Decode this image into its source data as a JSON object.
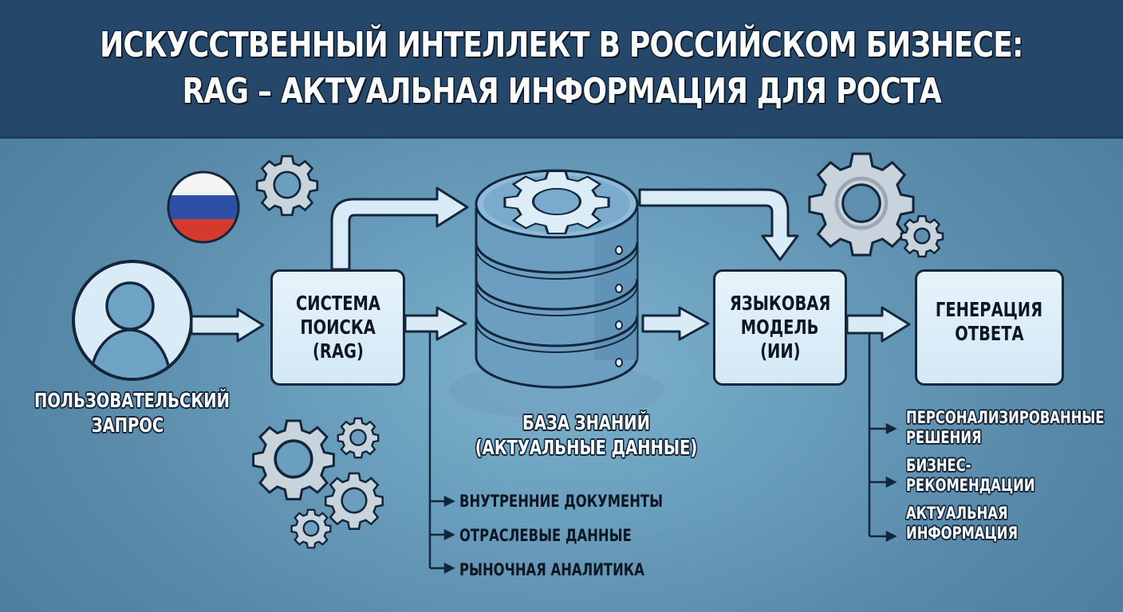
{
  "header": {
    "title_line1": "ИСКУССТВЕННЫЙ ИНТЕЛЛЕКТ В РОССИЙСКОМ БИЗНЕСЕ:",
    "title_line2": "RAG – АКТУАЛЬНАЯ ИНФОРМАЦИЯ ДЛЯ РОСТА"
  },
  "nodes": {
    "user": {
      "label_line1": "ПОЛЬЗОВАТЕЛЬСКИЙ",
      "label_line2": "ЗАПРОС",
      "icon": "user-icon"
    },
    "search": {
      "line1": "СИСТЕМА",
      "line2": "ПОИСКА",
      "line3": "(RAG)"
    },
    "knowledge_base": {
      "label_line1": "БАЗА ЗНАНИЙ",
      "label_line2": "(АКТУАЛЬНЫЕ ДАННЫЕ)",
      "icon": "database-icon",
      "sources": [
        "ВНУТРЕННИЕ ДОКУМЕНТЫ",
        "ОТРАСЛЕВЫЕ ДАННЫЕ",
        "РЫНОЧНАЯ АНАЛИТИКА"
      ]
    },
    "language_model": {
      "line1": "ЯЗЫКОВАЯ",
      "line2": "МОДЕЛЬ",
      "line3": "(ИИ)"
    },
    "generation": {
      "line1": "ГЕНЕРАЦИЯ",
      "line2": "ОТВЕТА"
    }
  },
  "outputs": [
    {
      "line1": "ПЕРСОНАЛИЗИРОВАННЫЕ",
      "line2": "РЕШЕНИЯ"
    },
    {
      "line1": "БИЗНЕС-",
      "line2": "РЕКОМЕНДАЦИИ"
    },
    {
      "line1": "АКТУАЛЬНАЯ",
      "line2": "ИНФОРМАЦИЯ"
    }
  ],
  "decorations": {
    "flag": "russia-flag-icon",
    "gears": "gear-icon"
  },
  "colors": {
    "header_bg": "#25476a",
    "background": "#6a9fbd",
    "box_fill": "#dcedf7",
    "outline": "#13263b",
    "gear_fill": "#c9d3dc",
    "flag_white": "#f4f4f4",
    "flag_blue": "#2d4fa8",
    "flag_red": "#d63a2c"
  }
}
